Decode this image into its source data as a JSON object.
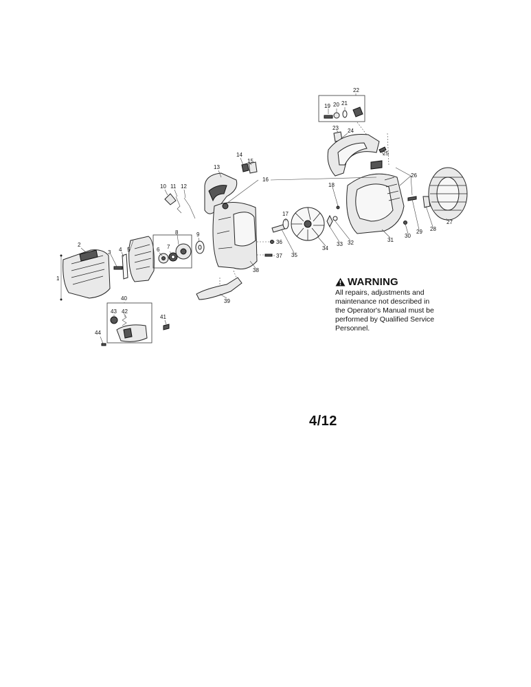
{
  "callouts": [
    "1",
    "2",
    "3",
    "4",
    "5",
    "6",
    "7",
    "8",
    "9",
    "10",
    "11",
    "12",
    "13",
    "14",
    "15",
    "16",
    "17",
    "18",
    "19",
    "20",
    "21",
    "22",
    "23",
    "24",
    "25",
    "26",
    "27",
    "28",
    "29",
    "30",
    "31",
    "32",
    "33",
    "34",
    "35",
    "36",
    "37",
    "38",
    "39",
    "40",
    "41",
    "42",
    "43",
    "44"
  ],
  "warning": {
    "title": "WARNING",
    "lines": [
      "All repairs, adjustments and",
      "maintenance not described in",
      "the Operator's Manual must be",
      "performed by Qualified Service",
      "Personnel."
    ]
  },
  "page_number": "4/12"
}
